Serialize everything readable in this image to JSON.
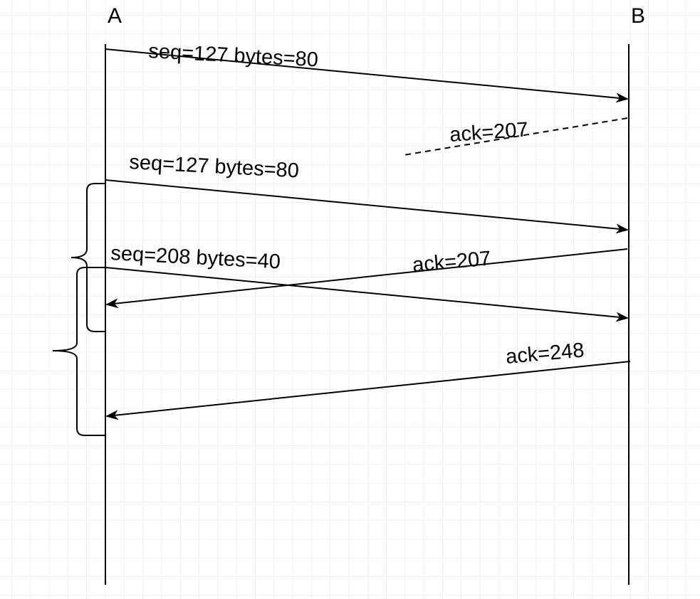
{
  "lifelines": {
    "a": {
      "label": "A"
    },
    "b": {
      "label": "B"
    }
  },
  "messages": [
    {
      "id": "m1",
      "label": "seq=127 bytes=80",
      "direction": "A-to-B",
      "style": "solid"
    },
    {
      "id": "m2",
      "label": "ack=207",
      "direction": "B-to-A",
      "style": "dashed"
    },
    {
      "id": "m3",
      "label": "seq=127 bytes=80",
      "direction": "A-to-B",
      "style": "solid"
    },
    {
      "id": "m4",
      "label": "ack=207",
      "direction": "B-to-A",
      "style": "solid"
    },
    {
      "id": "m5",
      "label": "seq=208 bytes=40",
      "direction": "A-to-B",
      "style": "solid"
    },
    {
      "id": "m6",
      "label": "ack=248",
      "direction": "B-to-A",
      "style": "solid"
    }
  ],
  "colors": {
    "line": "#000000",
    "grid": "#e3e3e3",
    "background": "#ffffff"
  }
}
